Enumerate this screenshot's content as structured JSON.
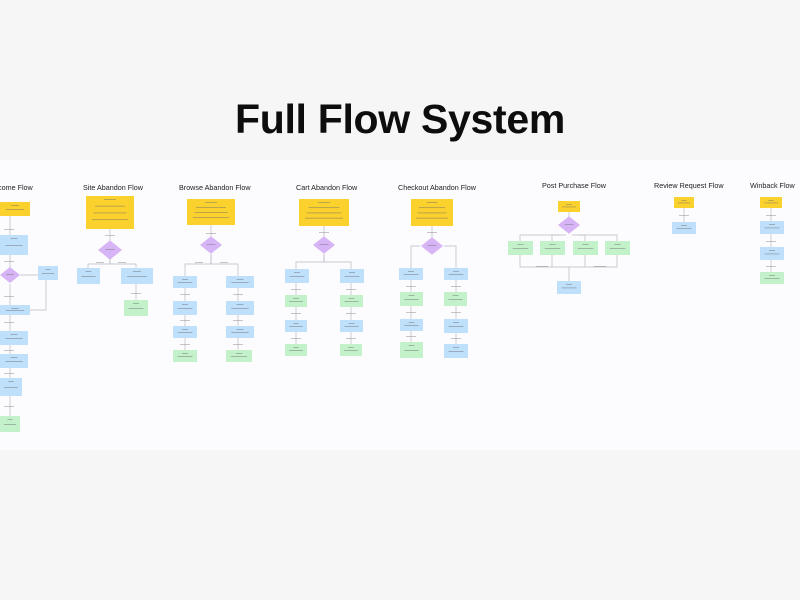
{
  "page": {
    "title": "Full Flow System"
  },
  "flows": [
    {
      "name": "come Flow",
      "note": ""
    },
    {
      "name": "Site Abandon Flow"
    },
    {
      "name": "Browse Abandon Flow"
    },
    {
      "name": "Cart Abandon Flow"
    },
    {
      "name": "Checkout  Abandon Flow"
    },
    {
      "name": "Post Purchase Flow"
    },
    {
      "name": "Review Request Flow"
    },
    {
      "name": "Winback Flow"
    }
  ],
  "colors": {
    "trigger": "#fbd12e",
    "split": "#d7b4f6",
    "email": "#bfe0fb",
    "sms": "#c3f1c9",
    "line": "#b9b9c3",
    "canvas": "#fcfbfd"
  }
}
